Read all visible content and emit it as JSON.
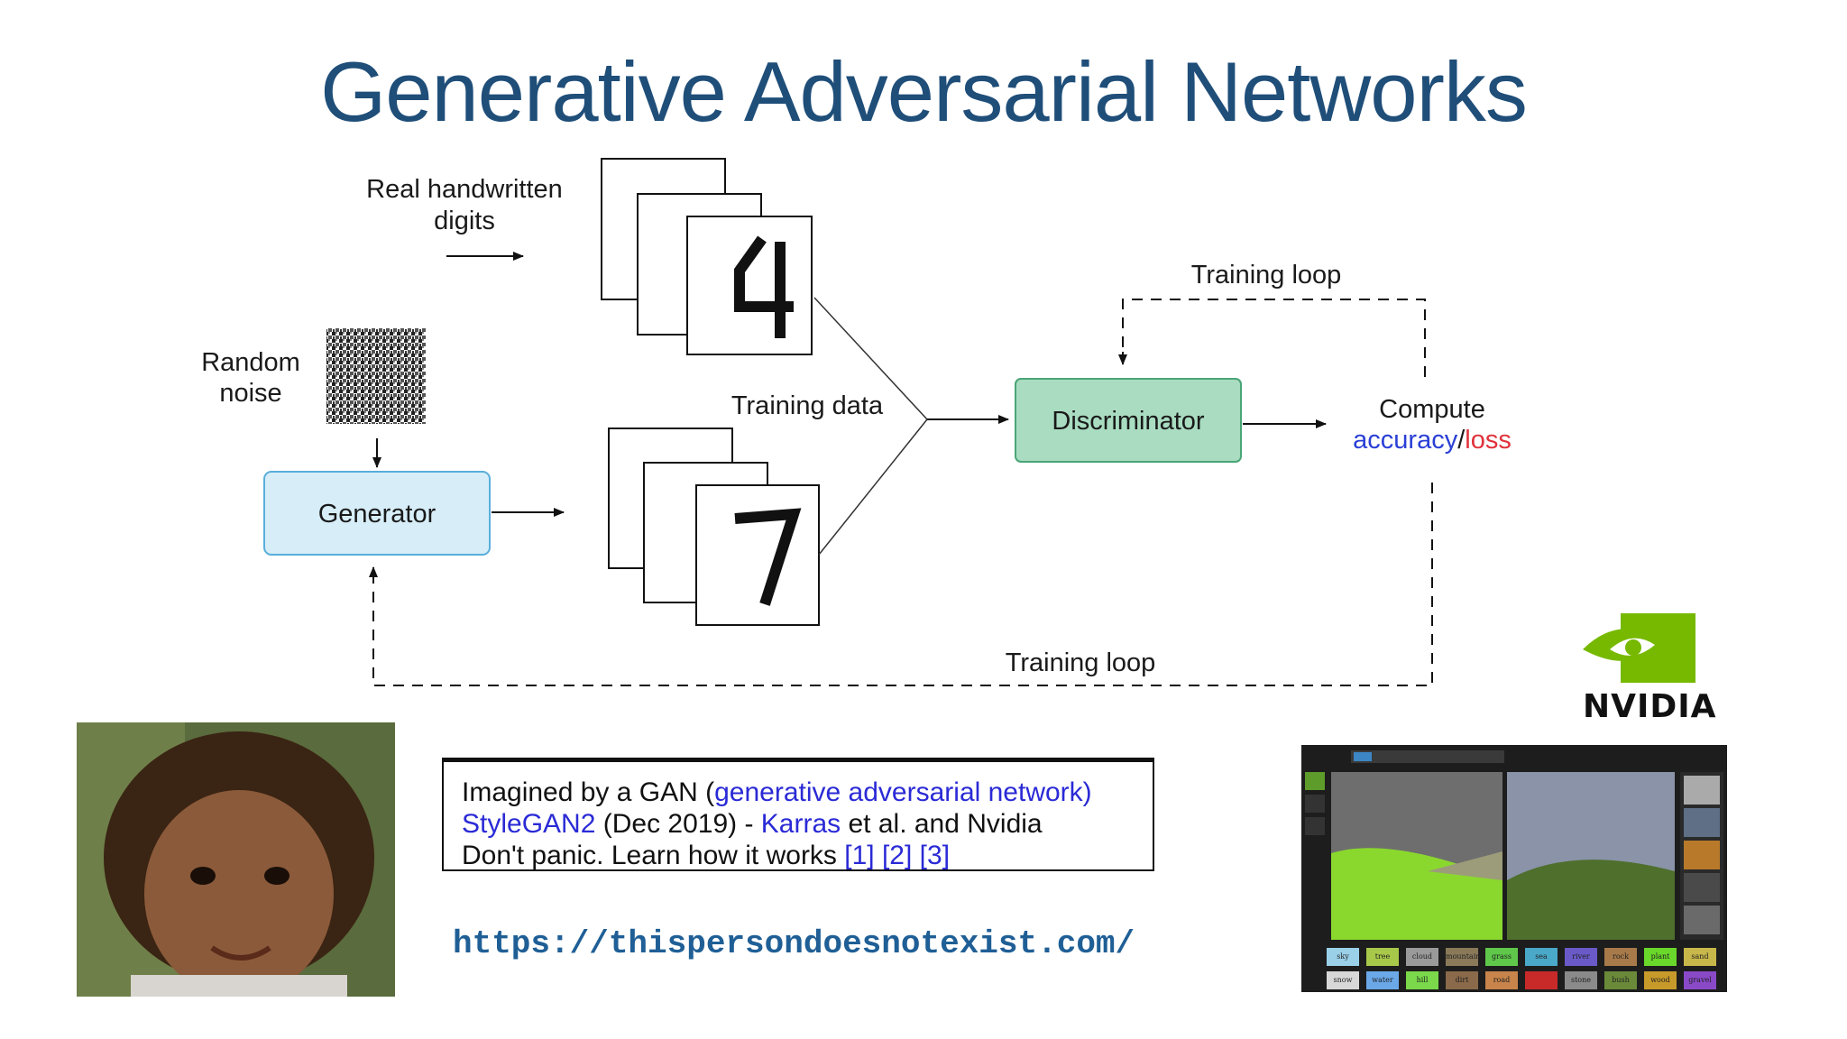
{
  "slide": {
    "title": "Generative Adversarial Networks"
  },
  "diagram": {
    "real_digits_label_line1": "Real handwritten",
    "real_digits_label_line2": "digits",
    "random_noise_line1": "Random",
    "random_noise_line2": "noise",
    "generator_label": "Generator",
    "training_data_label": "Training data",
    "discriminator_label": "Discriminator",
    "compute_label": "Compute",
    "accuracy_label": "accuracy",
    "slash": "/",
    "loss_label": "loss",
    "training_loop_top": "Training loop",
    "training_loop_bottom": "Training loop",
    "colors": {
      "generator_fill": "#d7eef9",
      "generator_border": "#5aaedb",
      "discriminator_fill": "#a9dcc1",
      "discriminator_border": "#4aa577",
      "accuracy": "#2a3fd6",
      "loss": "#e0323a"
    }
  },
  "infobox": {
    "line1_prefix": "Imagined by a GAN (",
    "line1_link": "generative adversarial network)",
    "line2_link1": "StyleGAN2",
    "line2_mid": " (Dec 2019) - ",
    "line2_link2": "Karras",
    "line2_suffix": " et al. and Nvidia",
    "line3_prefix": "Don't panic. Learn how it works ",
    "ref1": "[1]",
    "ref2": "[2]",
    "ref3": "[3]"
  },
  "url": "https://thispersondoesnotexist.com/",
  "nvidia": {
    "wordmark": "NVIDIA",
    "registered": ".",
    "brand_color": "#76b900"
  },
  "gaugan": {
    "labels_row1": [
      "sky",
      "tree",
      "cloud",
      "mountain",
      "grass",
      "sea",
      "river",
      "rock",
      "plant",
      "sand"
    ],
    "labels_row2": [
      "snow",
      "water",
      "hill",
      "dirt",
      "road",
      "",
      "stone",
      "bush",
      "wood",
      "gravel"
    ]
  }
}
